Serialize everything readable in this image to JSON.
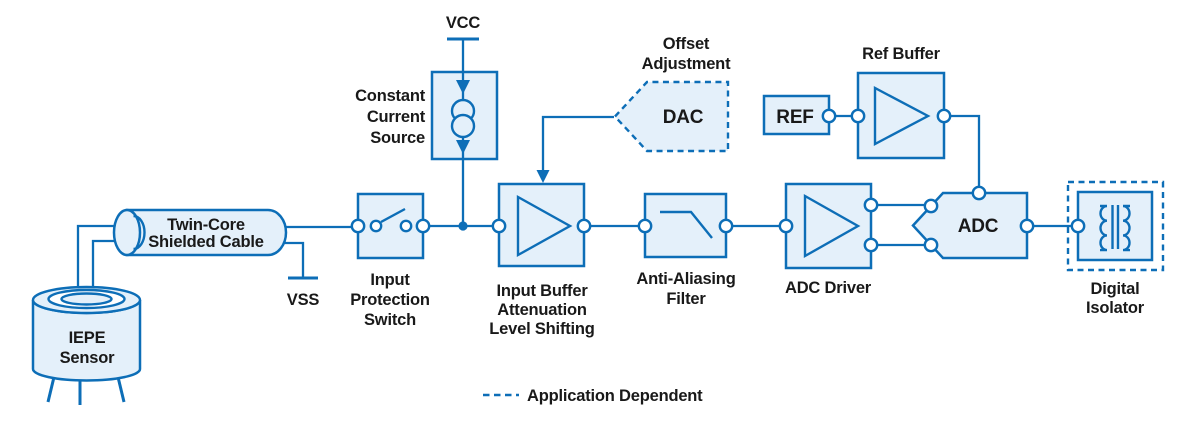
{
  "colors": {
    "stroke": "#0D6EB7",
    "fill": "#E4F0FA",
    "text": "#191919",
    "background": "#FFFFFF",
    "terminal": "#FFFFFF"
  },
  "diagram": {
    "blocks": {
      "iepe_sensor": {
        "lines": [
          "IEPE",
          "Sensor"
        ]
      },
      "cable": {
        "lines": [
          "Twin-Core",
          "Shielded Cable"
        ]
      },
      "vcc": {
        "label": "VCC"
      },
      "vss": {
        "label": "VSS"
      },
      "constant_current_source": {
        "lines": [
          "Constant",
          "Current",
          "Source"
        ]
      },
      "input_protection_switch": {
        "lines": [
          "Input",
          "Protection",
          "Switch"
        ]
      },
      "input_buffer": {
        "lines": [
          "Input Buffer",
          "Attenuation",
          "Level Shifting"
        ]
      },
      "offset_adjustment": {
        "lines": [
          "Offset",
          "Adjustment"
        ],
        "block_label": "DAC"
      },
      "anti_aliasing_filter": {
        "lines": [
          "Anti-Aliasing",
          "Filter"
        ]
      },
      "adc_driver": {
        "label": "ADC Driver"
      },
      "ref": {
        "label": "REF"
      },
      "ref_buffer": {
        "label": "Ref Buffer"
      },
      "adc": {
        "label": "ADC"
      },
      "digital_isolator": {
        "lines": [
          "Digital",
          "Isolator"
        ]
      }
    },
    "legend": {
      "label": "Application Dependent"
    }
  }
}
